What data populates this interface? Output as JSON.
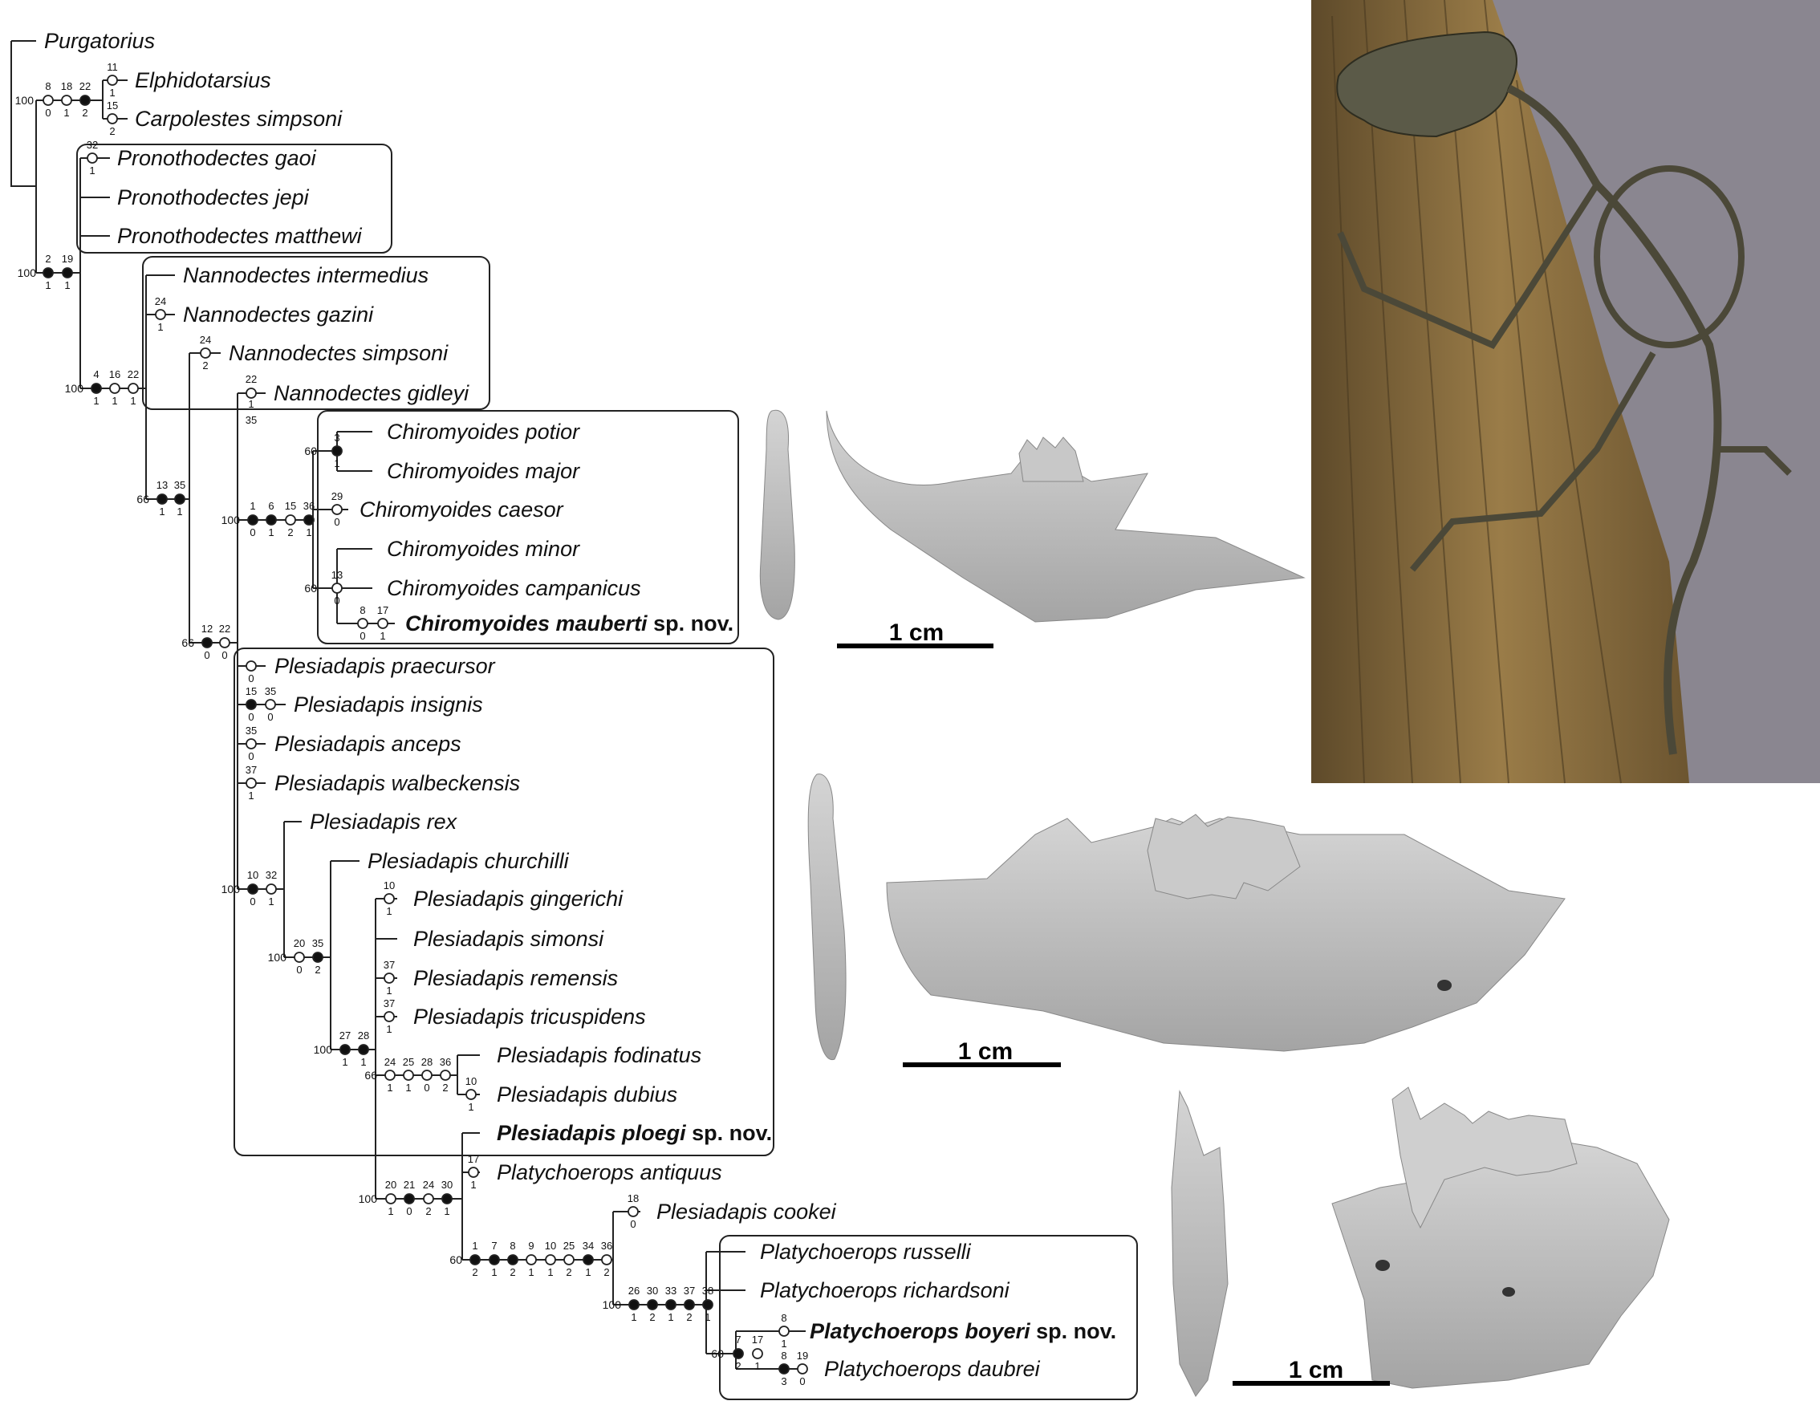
{
  "taxa": {
    "purgatorius": "Purgatorius",
    "elphidotarsius": "Elphidotarsius",
    "carpolestes_simpsoni": "Carpolestes simpsoni",
    "pronothodectes_gaoi": "Pronothodectes gaoi",
    "pronothodectes_jepi": "Pronothodectes jepi",
    "pronothodectes_matthewi": "Pronothodectes matthewi",
    "nannodectes_intermedius": "Nannodectes intermedius",
    "nannodectes_gazini": "Nannodectes gazini",
    "nannodectes_simpsoni": "Nannodectes simpsoni",
    "nannodectes_gidleyi": "Nannodectes gidleyi",
    "chiromyoides_potior": "Chiromyoides potior",
    "chiromyoides_major": "Chiromyoides major",
    "chiromyoides_caesor": "Chiromyoides caesor",
    "chiromyoides_minor": "Chiromyoides minor",
    "chiromyoides_campanicus": "Chiromyoides campanicus",
    "chiromyoides_mauberti": "Chiromyoides mauberti",
    "plesiadapis_praecursor": "Plesiadapis praecursor",
    "plesiadapis_insignis": "Plesiadapis insignis",
    "plesiadapis_anceps": "Plesiadapis anceps",
    "plesiadapis_walbeckensis": "Plesiadapis walbeckensis",
    "plesiadapis_rex": "Plesiadapis rex",
    "plesiadapis_churchilli": "Plesiadapis churchilli",
    "plesiadapis_gingerichi": "Plesiadapis gingerichi",
    "plesiadapis_simonsi": "Plesiadapis simonsi",
    "plesiadapis_remensis": "Plesiadapis remensis",
    "plesiadapis_tricuspidens": "Plesiadapis tricuspidens",
    "plesiadapis_fodinatus": "Plesiadapis fodinatus",
    "plesiadapis_dubius": "Plesiadapis dubius",
    "plesiadapis_ploegi": "Plesiadapis ploegi",
    "platychoerops_antiquus": "Platychoerops antiquus",
    "plesiadapis_cookei": "Plesiadapis cookei",
    "platychoerops_russelli": "Platychoerops russelli",
    "platychoerops_richardsoni": "Platychoerops richardsoni",
    "platychoerops_boyeri": "Platychoerops boyeri",
    "platychoerops_daubrei": "Platychoerops daubrei"
  },
  "new_species_suffix": "sp. nov.",
  "supports": [
    "100",
    "100",
    "100",
    "66",
    "100",
    "66",
    "60",
    "60",
    "100",
    "100",
    "100",
    "66",
    "100",
    "60",
    "100",
    "60"
  ],
  "characters": {
    "elph_carp": [
      {
        "c": "8",
        "s": "0"
      },
      {
        "c": "18",
        "s": "1"
      },
      {
        "c": "22",
        "s": "2"
      }
    ],
    "elph": [
      {
        "c": "11",
        "s": "1"
      }
    ],
    "carp": [
      {
        "c": "15",
        "s": "2"
      }
    ],
    "plesiadapid": [
      {
        "c": "2",
        "s": "1"
      },
      {
        "c": "19",
        "s": "1"
      }
    ],
    "prono_gaoi": [
      {
        "c": "32",
        "s": "1"
      }
    ],
    "nanno_clade": [
      {
        "c": "4",
        "s": "1"
      },
      {
        "c": "16",
        "s": "1"
      },
      {
        "c": "22",
        "s": "1"
      }
    ],
    "nanno_gazini": [
      {
        "c": "24",
        "s": "1"
      }
    ],
    "nanno_simpsoni": [
      {
        "c": "24",
        "s": "2"
      }
    ],
    "nanno_gidleyi": [
      {
        "c": "22",
        "s": "1"
      },
      {
        "c": "35",
        "s": ""
      }
    ],
    "node_13_35": [
      {
        "c": "13",
        "s": "1"
      },
      {
        "c": "35",
        "s": "1"
      }
    ],
    "node_12_22": [
      {
        "c": "12",
        "s": "0"
      },
      {
        "c": "22",
        "s": "0"
      }
    ],
    "chiromyoides": [
      {
        "c": "1",
        "s": "0"
      },
      {
        "c": "6",
        "s": "1"
      },
      {
        "c": "15",
        "s": "2"
      },
      {
        "c": "36",
        "s": "1"
      }
    ],
    "chiro_potior_major": [
      {
        "c": "3",
        "s": "1"
      }
    ],
    "chiro_caesor": [
      {
        "c": "29",
        "s": "0"
      }
    ],
    "chiro_minor_group": [
      {
        "c": "13",
        "s": "0"
      }
    ],
    "chiro_mauberti": [
      {
        "c": "8",
        "s": "0"
      },
      {
        "c": "17",
        "s": "1"
      }
    ],
    "ples_praecursor": [
      {
        "c": "",
        "s": "0"
      }
    ],
    "ples_insignis": [
      {
        "c": "15",
        "s": "0"
      },
      {
        "c": "35",
        "s": "0"
      }
    ],
    "ples_anceps": [
      {
        "c": "35",
        "s": "0"
      }
    ],
    "ples_walbeckensis": [
      {
        "c": "37",
        "s": "1"
      }
    ],
    "ples_main": [
      {
        "c": "10",
        "s": "0"
      },
      {
        "c": "32",
        "s": "1"
      }
    ],
    "ples_20_35": [
      {
        "c": "20",
        "s": "0"
      },
      {
        "c": "35",
        "s": "2"
      }
    ],
    "ples_27_28": [
      {
        "c": "27",
        "s": "1"
      },
      {
        "c": "28",
        "s": "1"
      }
    ],
    "ples_gingerichi": [
      {
        "c": "10",
        "s": "1"
      }
    ],
    "ples_remensis": [
      {
        "c": "37",
        "s": "1"
      }
    ],
    "ples_tricuspidens": [
      {
        "c": "37",
        "s": "1"
      }
    ],
    "ples_fodinatus_group": [
      {
        "c": "24",
        "s": "1"
      },
      {
        "c": "25",
        "s": "1"
      },
      {
        "c": "28",
        "s": "0"
      },
      {
        "c": "36",
        "s": "2"
      }
    ],
    "ples_dubius": [
      {
        "c": "10",
        "s": "1"
      }
    ],
    "platy_antiquus": [
      {
        "c": "17",
        "s": "1"
      }
    ],
    "upper_node": [
      {
        "c": "20",
        "s": "1"
      },
      {
        "c": "21",
        "s": "0"
      },
      {
        "c": "24",
        "s": "2"
      },
      {
        "c": "30",
        "s": "1"
      }
    ],
    "ples_cookei": [
      {
        "c": "18",
        "s": "0"
      }
    ],
    "cookei_platy": [
      {
        "c": "1",
        "s": "2"
      },
      {
        "c": "7",
        "s": "1"
      },
      {
        "c": "8",
        "s": "2"
      },
      {
        "c": "9",
        "s": "1"
      },
      {
        "c": "10",
        "s": "1"
      },
      {
        "c": "25",
        "s": "2"
      },
      {
        "c": "34",
        "s": "1"
      },
      {
        "c": "36",
        "s": "2"
      }
    ],
    "platy_clade": [
      {
        "c": "26",
        "s": "1"
      },
      {
        "c": "30",
        "s": "2"
      },
      {
        "c": "33",
        "s": "1"
      },
      {
        "c": "37",
        "s": "2"
      },
      {
        "c": "38",
        "s": "1"
      }
    ],
    "platy_boy_daub": [
      {
        "c": "7",
        "s": "2"
      },
      {
        "c": "17",
        "s": "1"
      }
    ],
    "platy_boyeri": [
      {
        "c": "8",
        "s": "1"
      }
    ],
    "platy_daubrei_a": [
      {
        "c": "8",
        "s": "3"
      }
    ],
    "platy_daubrei_b": [
      {
        "c": "19",
        "s": "0"
      }
    ]
  },
  "scale_bars": [
    "1 cm",
    "1 cm",
    "1 cm"
  ],
  "colors": {
    "line": "#222222",
    "photo_bg": "#8a8690",
    "fossil": "#b9b9b9",
    "wood": "#8a6a3a"
  }
}
